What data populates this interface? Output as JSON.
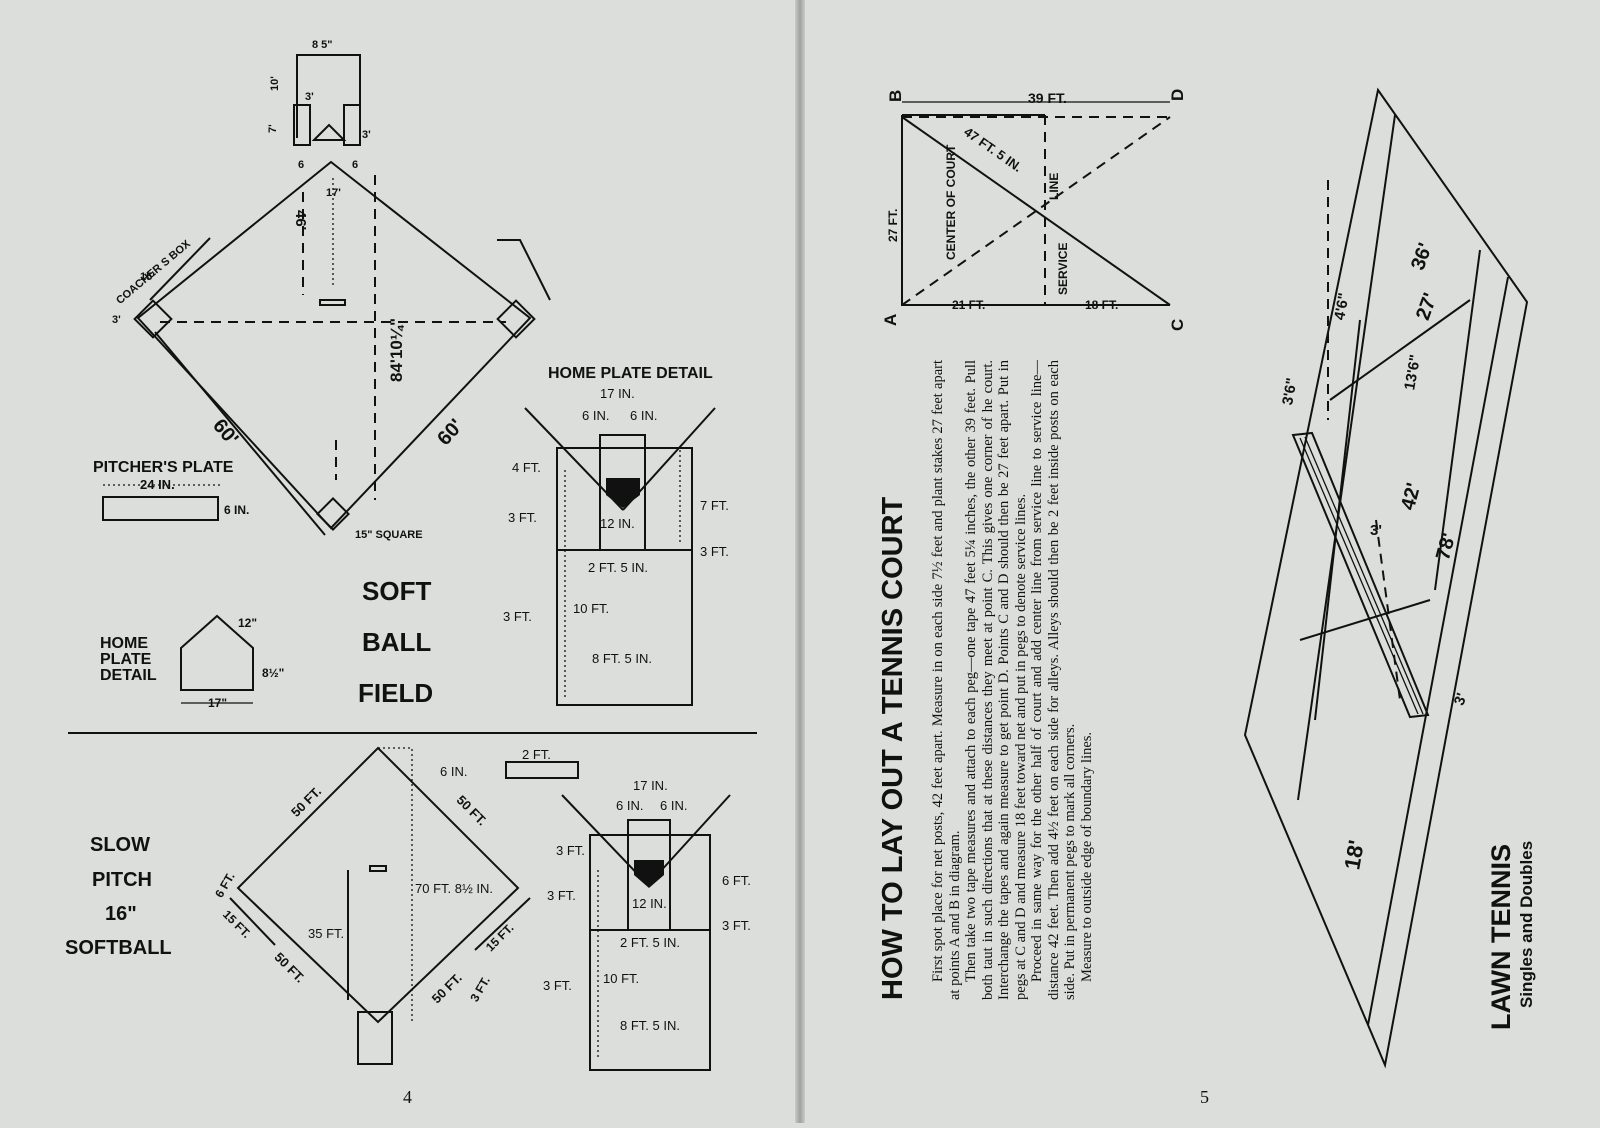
{
  "left_page": {
    "page_number": "4",
    "softball": {
      "title_lines": [
        "SOFT",
        "BALL",
        "FIELD"
      ],
      "base_path": "60'",
      "home_to_second": "84'10¼\"",
      "pitch_distance": "46'",
      "pitchers_plate_offset": "17'",
      "home_square": "15\" SQUARE",
      "coachers_box": "COACHER S BOX",
      "coach_15": "15'",
      "coach_3": "3'",
      "backstop": {
        "width": "8 5\"",
        "depth": "10'",
        "gap": "3'",
        "side": "7'",
        "side2": "3'",
        "left_off": "6",
        "right_off": "6"
      },
      "pitchers_plate": {
        "title": "PITCHER'S PLATE",
        "length": "24 IN.",
        "width": "6 IN."
      },
      "home_plate": {
        "title_lines": [
          "HOME",
          "PLATE",
          "DETAIL"
        ],
        "side": "12\"",
        "height": "8½\"",
        "width": "17\""
      }
    },
    "home_plate_detail_1": {
      "title": "HOME PLATE DETAIL",
      "labels": [
        "17 IN.",
        "6 IN.",
        "6 IN.",
        "4 FT.",
        "3 FT.",
        "7 FT.",
        "12 IN.",
        "3 FT.",
        "2 FT. 5 IN.",
        "3 FT.",
        "10 FT.",
        "8 FT. 5 IN."
      ]
    },
    "slow_pitch": {
      "title_lines": [
        "SLOW",
        "PITCH",
        "16\"",
        "SOFTBALL"
      ],
      "labels": {
        "top_left": "50 FT.",
        "top_right": "50 FT.",
        "bottom_left": "50 FT.",
        "bottom_right": "50 FT.",
        "diag": "70 FT. 8½ IN.",
        "pitch": "35 FT.",
        "left_6": "6 FT.",
        "left_15": "15 FT.",
        "right_15": "15 FT.",
        "right_3": "3 FT.",
        "plate_w": "6 IN.",
        "plate_l": "2 FT."
      }
    },
    "home_plate_detail_2": {
      "labels": [
        "17 IN.",
        "6 IN.",
        "6 IN.",
        "3 FT.",
        "3 FT.",
        "6 FT.",
        "12 IN.",
        "3 FT.",
        "2 FT. 5 IN.",
        "3 FT.",
        "10 FT.",
        "8 FT. 5 IN."
      ]
    }
  },
  "right_page": {
    "page_number": "5",
    "heading": "HOW TO LAY OUT A TENNIS COURT",
    "paragraphs": [
      "First spot place for net posts, 42 feet apart. Measure in on each side 7½ feet and plant stakes 27 feet apart at points A and B in diagram.",
      "Then take two tape measures and attach to each peg—one tape 47 feet 5¼ inches, the other 39 feet. Pull both taut in such directions that at these distances they meet at point C. This gives one corner of he court. Interchange the tapes and again measure to get point D. Points C and D should then be 27 feet apart. Put in pegs at C and D and measure 18 feet toward net and put in pegs to denote service lines.",
      "Proceed in same way for the other half of court and add center line from service line to service line—distance 42 feet. Then add 4½ feet on each side for alleys. Alleys should then be 2 feet inside posts on each side. Put in permanent pegs to mark all corners.",
      "Measure to outside edge of boundary lines."
    ],
    "layout_diagram": {
      "points": [
        "A",
        "B",
        "C",
        "D"
      ],
      "labels": {
        "top": "39 FT.",
        "left": "27 FT.",
        "diag": "47 FT. 5 IN.",
        "bottom_left": "21 FT.",
        "bottom_right": "18 FT.",
        "center": "CENTER OF COURT",
        "service": "SERVICE",
        "line": "LINE"
      }
    },
    "lawn_tennis": {
      "title": "LAWN TENNIS",
      "subtitle": "Singles and Doubles",
      "dims": [
        "36'",
        "27'",
        "4'6\"",
        "13'6\"",
        "42'",
        "78'",
        "3'",
        "3'6\"",
        "3'",
        "18'"
      ]
    }
  }
}
